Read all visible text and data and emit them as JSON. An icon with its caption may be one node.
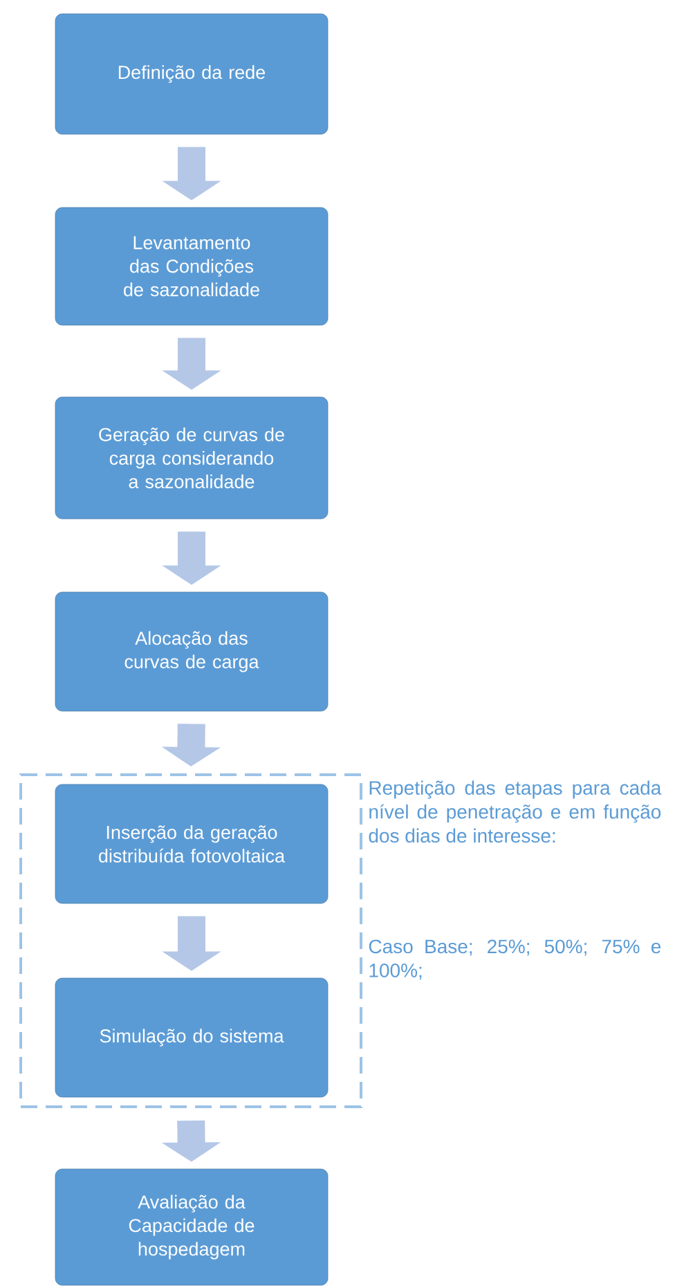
{
  "diagram": {
    "nodes": [
      {
        "text": [
          "Definição da rede"
        ]
      },
      {
        "text": [
          "Levantamento das Condições de sazonalidade"
        ]
      },
      {
        "text": [
          "Geração de curvas de carga considerando a sazonalidade"
        ]
      },
      {
        "text": [
          "Alocação das curvas de carga"
        ]
      },
      {
        "text": [],
        "shape": "box",
        "beside": [
          "Repetição das etapas para cada nível de penetração e em função dos dias de interesse:",
          "Caso Base; 25%; 50%; 75% e 100%;"
        ]
      },
      {
        "text": [
          "Inserção da geração distribuída fotovoltaica"
        ],
        "in": 4
      },
      {
        "text": [
          "Simulação do sistema"
        ],
        "in": 4
      },
      {
        "text": [
          "Avaliação da Capacidade de hospedagem"
        ]
      }
    ],
    "edges": [
      {
        "from": 0,
        "to": 1,
        "arrow": "to"
      },
      {
        "from": 1,
        "to": 2,
        "arrow": "to"
      },
      {
        "from": 2,
        "to": 3,
        "arrow": "to"
      },
      {
        "from": 3,
        "to": 4,
        "arrow": "to"
      },
      {
        "from": 5,
        "to": 6,
        "arrow": "to"
      },
      {
        "from": 4,
        "to": 7,
        "arrow": "to"
      }
    ]
  }
}
